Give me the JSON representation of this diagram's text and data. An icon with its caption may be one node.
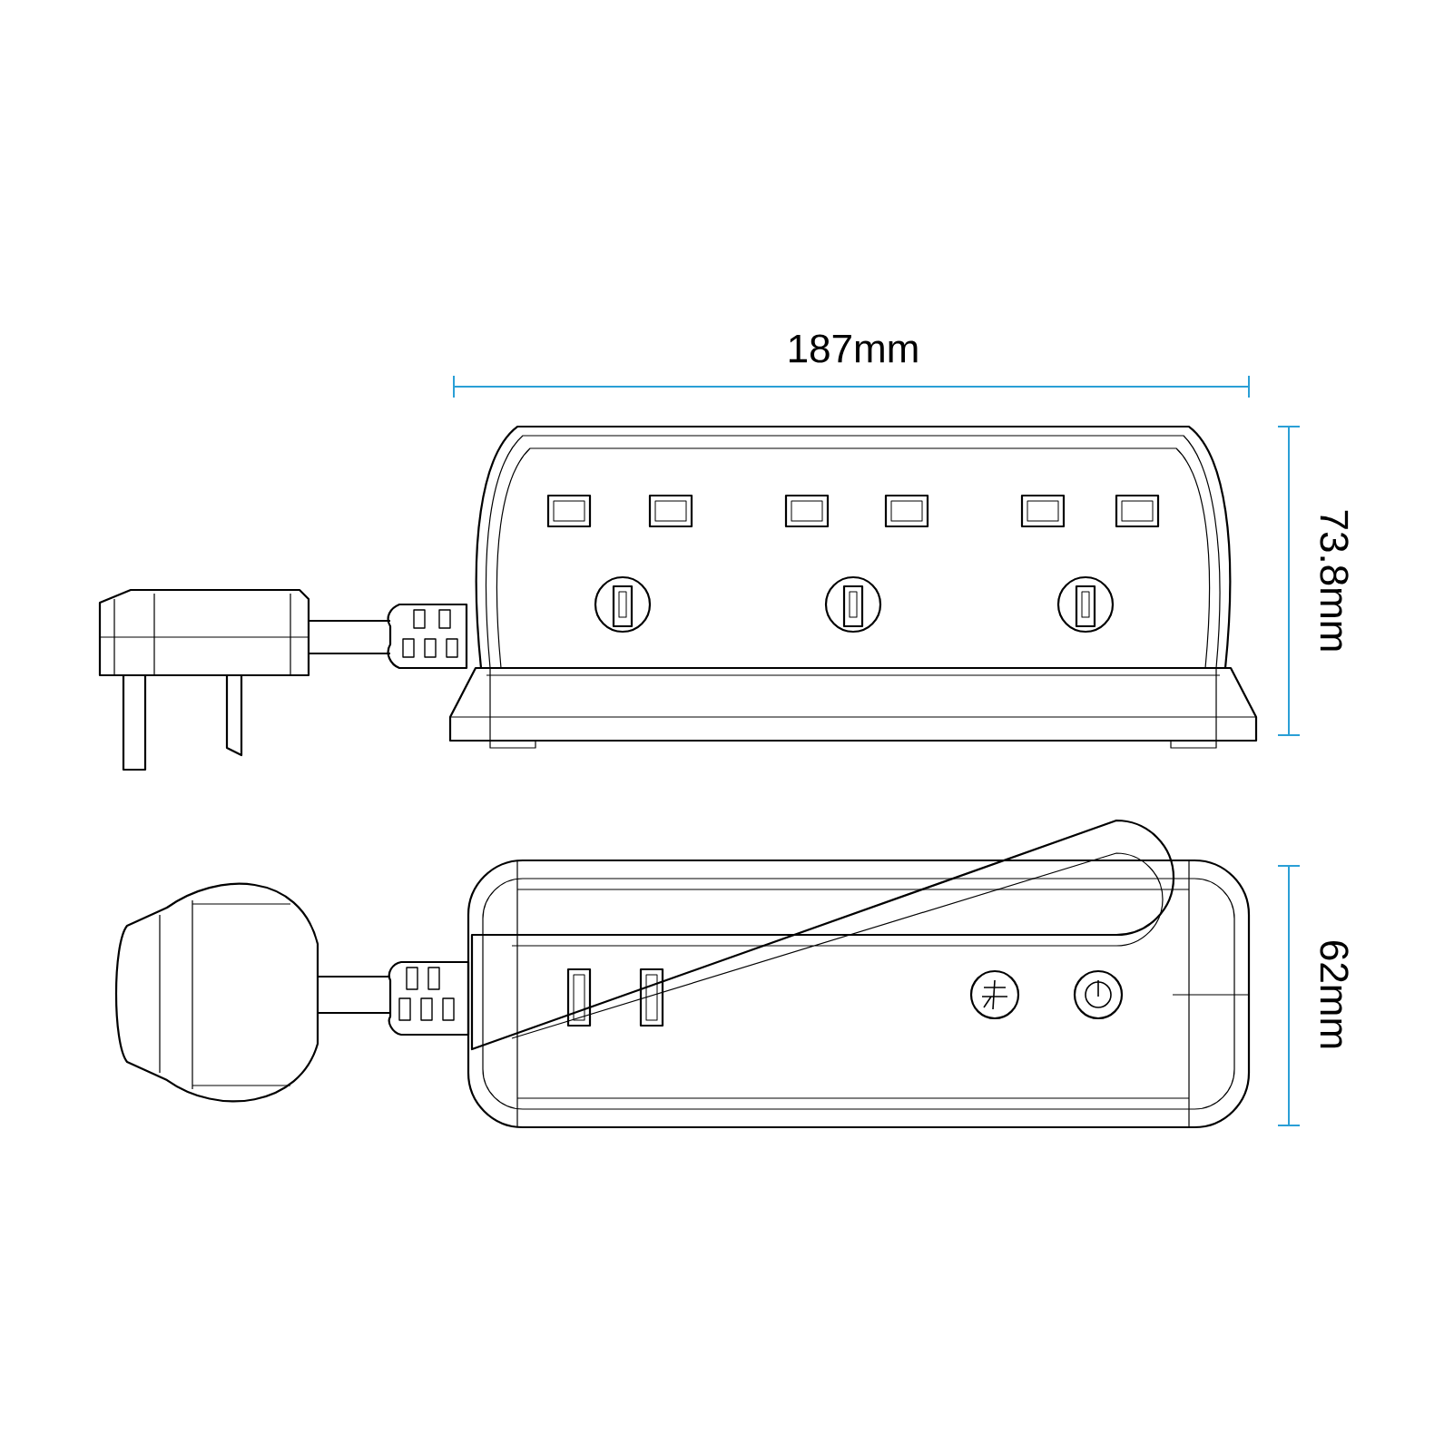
{
  "diagram": {
    "labels": [
      "187mm",
      "73.8mm",
      "62mm"
    ]
  }
}
